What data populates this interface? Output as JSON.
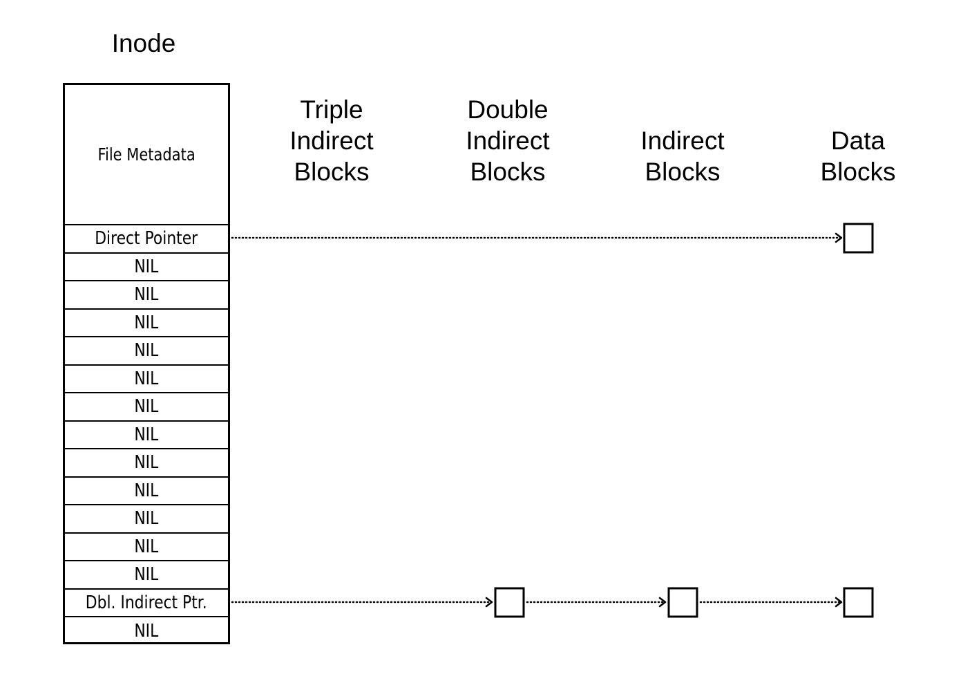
{
  "inode": {
    "title": "Inode",
    "metadata_label": "File Metadata",
    "slots": [
      "Direct Pointer",
      "NIL",
      "NIL",
      "NIL",
      "NIL",
      "NIL",
      "NIL",
      "NIL",
      "NIL",
      "NIL",
      "NIL",
      "NIL",
      "NIL",
      "Dbl. Indirect Ptr.",
      "NIL"
    ]
  },
  "columns": {
    "triple": "Triple\nIndirect\nBlocks",
    "double": "Double\nIndirect\nBlocks",
    "indirect": "Indirect\nBlocks",
    "data": "Data\nBlocks"
  }
}
